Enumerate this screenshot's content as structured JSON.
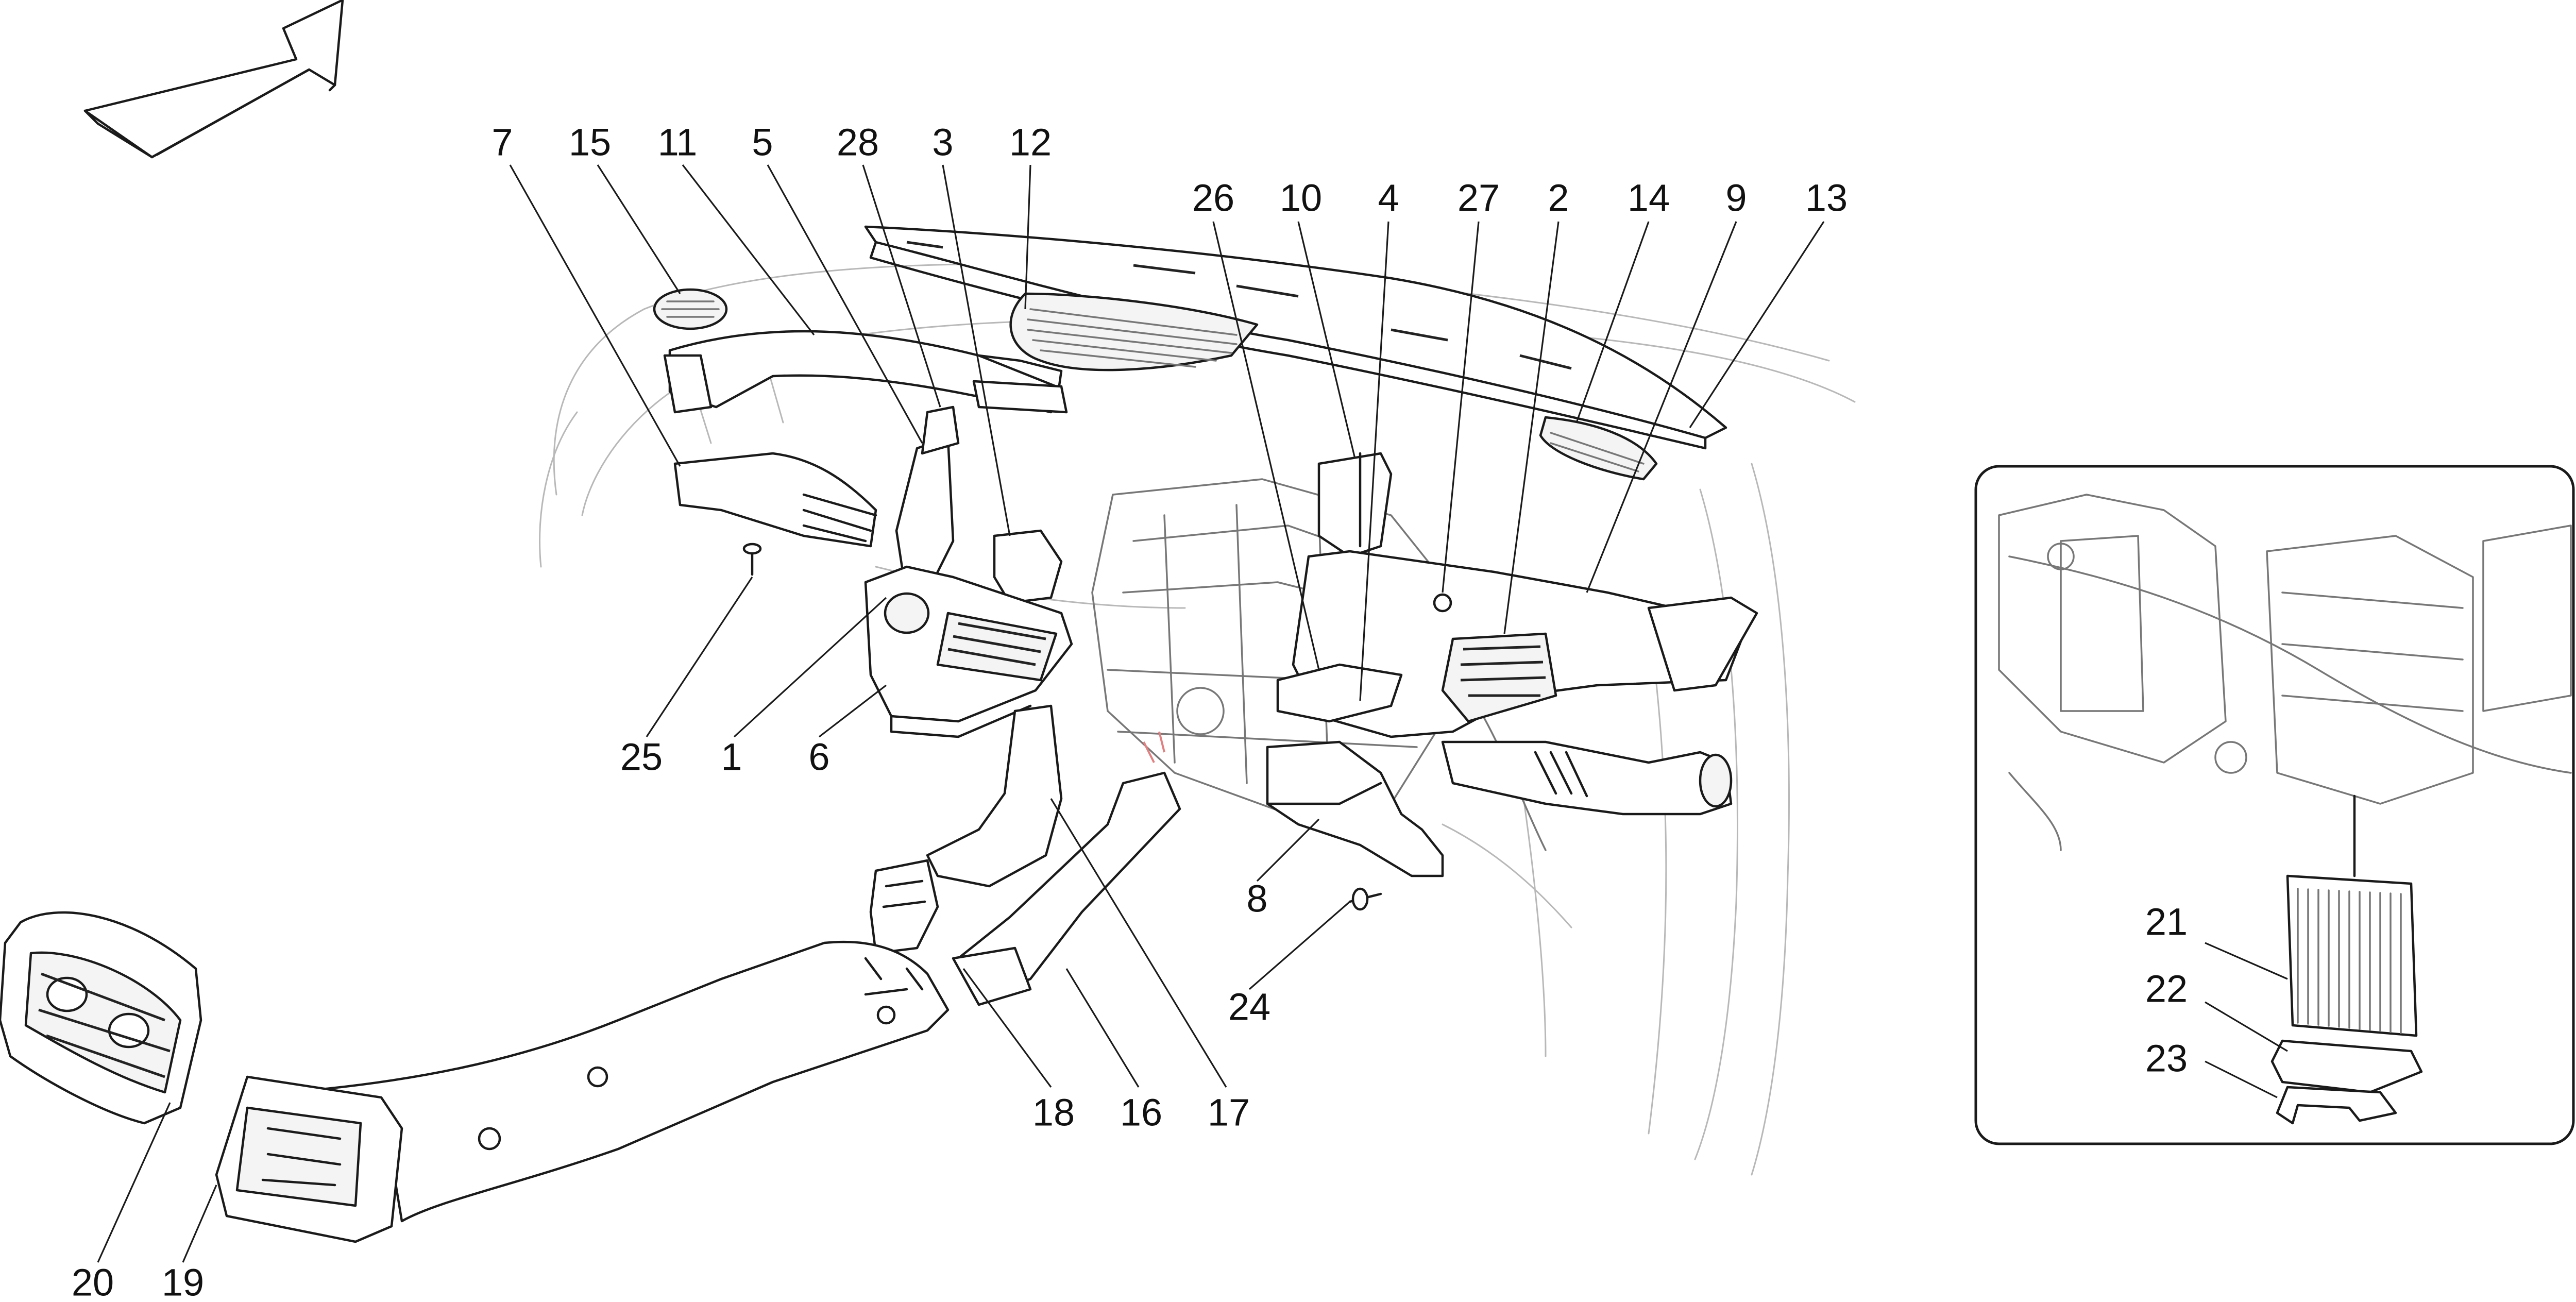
{
  "colors": {
    "line": "#1a1a1a",
    "thin": "#b8b8b8",
    "accent": "#e08080",
    "background": "#ffffff"
  },
  "icons": {
    "direction": "direction-arrow-icon"
  },
  "callouts": [
    {
      "id": "c7",
      "text": "7"
    },
    {
      "id": "c15",
      "text": "15"
    },
    {
      "id": "c11",
      "text": "11"
    },
    {
      "id": "c5",
      "text": "5"
    },
    {
      "id": "c28",
      "text": "28"
    },
    {
      "id": "c3",
      "text": "3"
    },
    {
      "id": "c12",
      "text": "12"
    },
    {
      "id": "c26",
      "text": "26"
    },
    {
      "id": "c10",
      "text": "10"
    },
    {
      "id": "c4",
      "text": "4"
    },
    {
      "id": "c27",
      "text": "27"
    },
    {
      "id": "c2",
      "text": "2"
    },
    {
      "id": "c14",
      "text": "14"
    },
    {
      "id": "c9",
      "text": "9"
    },
    {
      "id": "c13",
      "text": "13"
    },
    {
      "id": "c25",
      "text": "25"
    },
    {
      "id": "c1",
      "text": "1"
    },
    {
      "id": "c6",
      "text": "6"
    },
    {
      "id": "c8",
      "text": "8"
    },
    {
      "id": "c24",
      "text": "24"
    },
    {
      "id": "c18",
      "text": "18"
    },
    {
      "id": "c16",
      "text": "16"
    },
    {
      "id": "c17",
      "text": "17"
    },
    {
      "id": "c20",
      "text": "20"
    },
    {
      "id": "c19",
      "text": "19"
    },
    {
      "id": "c21",
      "text": "21"
    },
    {
      "id": "c22",
      "text": "22"
    },
    {
      "id": "c23",
      "text": "23"
    }
  ]
}
